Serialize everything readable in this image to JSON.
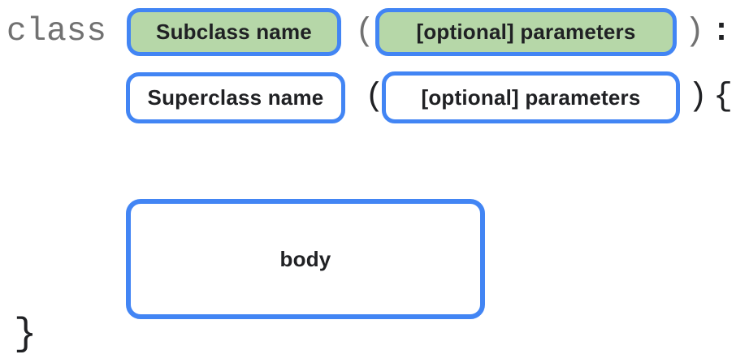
{
  "diagram": {
    "description": "class inheritance syntax diagram",
    "line1": {
      "keyword": "class",
      "subclass_box": {
        "label": "Subclass name"
      },
      "open_paren": "(",
      "params_box": {
        "label": "[optional] parameters"
      },
      "close_paren": ")",
      "colon": ":"
    },
    "line2": {
      "superclass_box": {
        "label": "Superclass name"
      },
      "open_paren": "(",
      "params_box": {
        "label": "[optional] parameters"
      },
      "close_paren": ")",
      "open_brace": "{"
    },
    "body_box": {
      "label": "body"
    },
    "close_brace": "}"
  },
  "colors": {
    "border_blue": "#4285f4",
    "highlight_green": "#b6d7a8",
    "box_fill_white": "#ffffff",
    "keyword_gray": "#717171",
    "punctuation_dark": "#202124",
    "label_text": "#202124"
  }
}
